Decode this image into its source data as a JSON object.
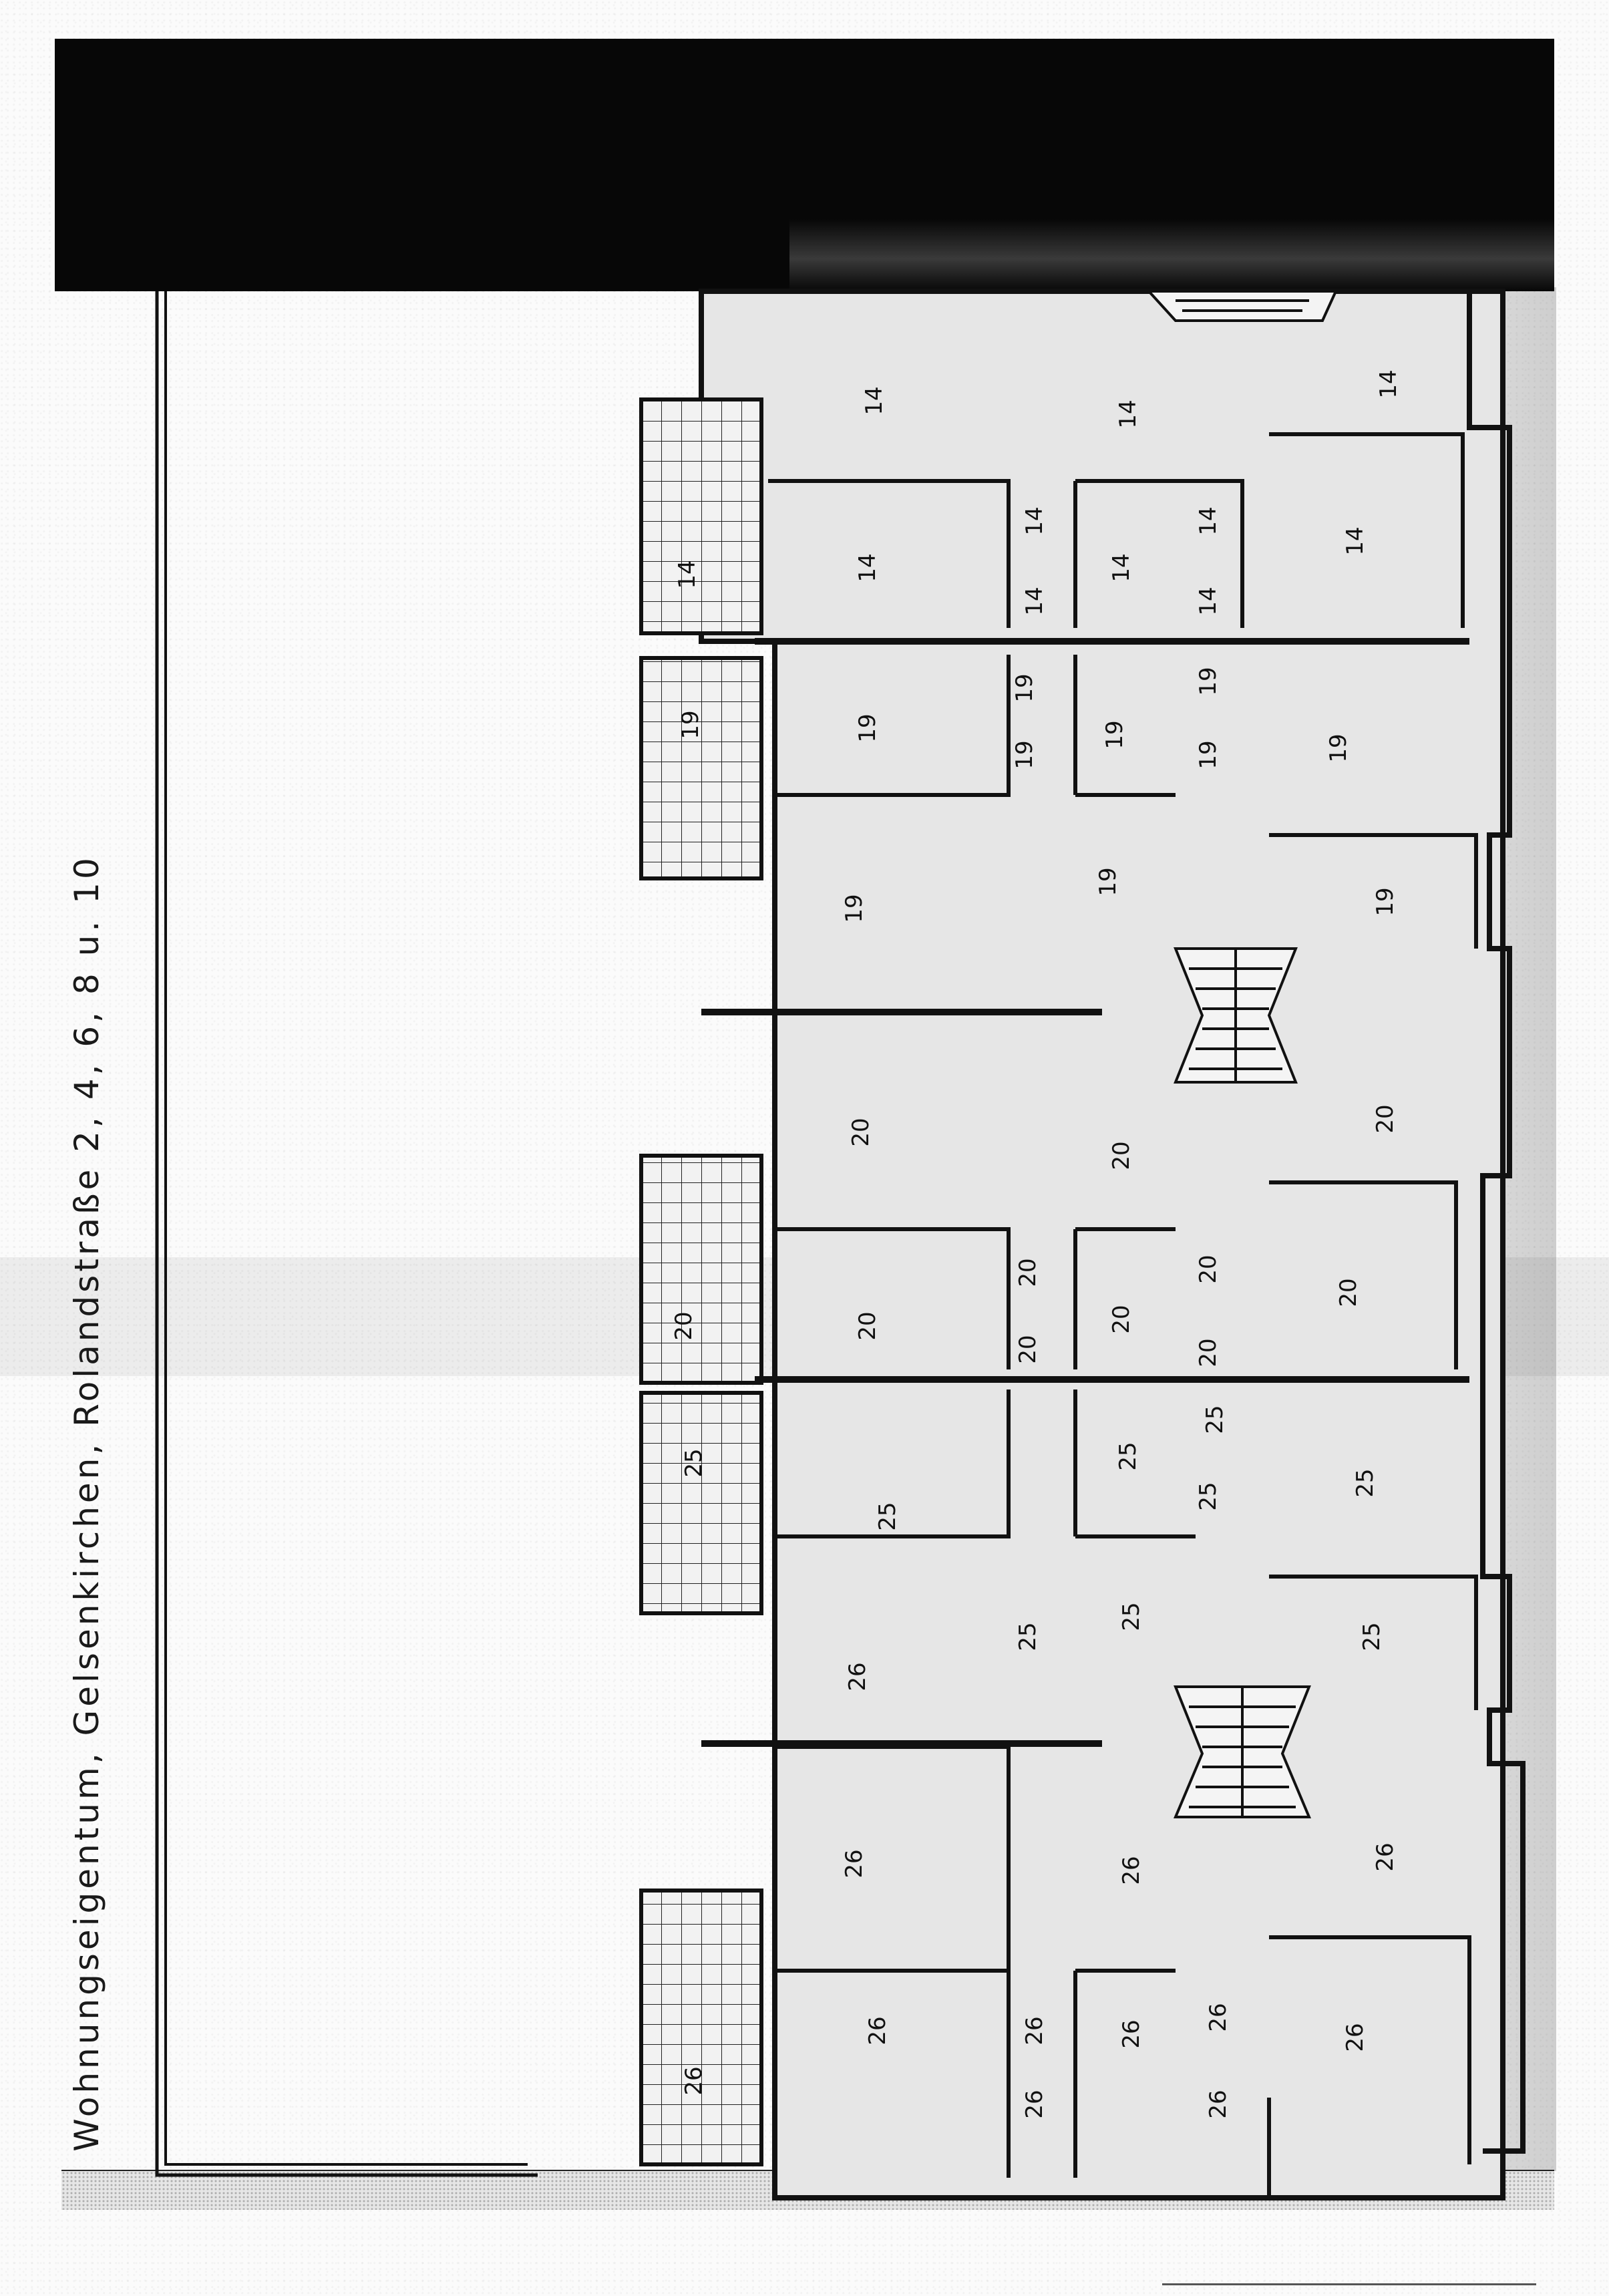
{
  "document": {
    "caption": "Wohnungseigentum, Gelsenkirchen, Rolandstraße 2, 4, 6, 8 u. 10"
  },
  "units": [
    {
      "unit": "14",
      "label": "14"
    },
    {
      "unit": "19",
      "label": "19"
    },
    {
      "unit": "20",
      "label": "20"
    },
    {
      "unit": "25",
      "label": "25"
    },
    {
      "unit": "26",
      "label": "26"
    }
  ],
  "colors": {
    "ink": "#111111",
    "paper": "#fbfbfb",
    "unit_fill": "#e4e4e4",
    "black_band": "#070707"
  }
}
